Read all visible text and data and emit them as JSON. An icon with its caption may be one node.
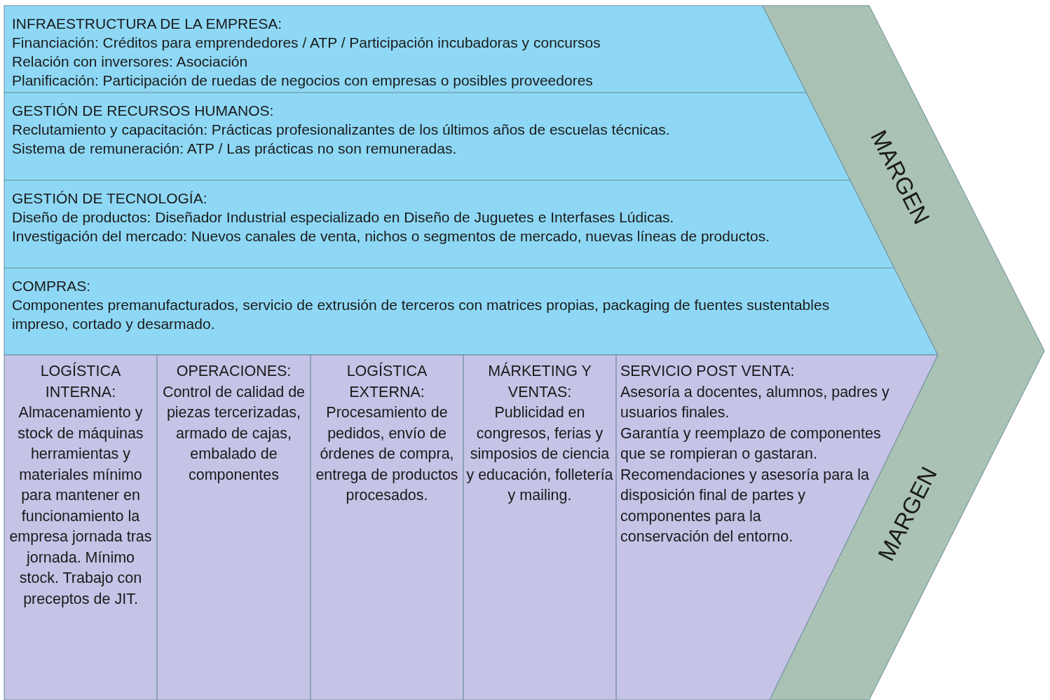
{
  "diagram": {
    "nodes": [
      {
        "text": [
          "INFRAESTRUCTURA DE LA EMPRESA:",
          "Financiación: Créditos para emprendedores / ATP / Participación incubadoras y concursos",
          "Relación con inversores: Asociación",
          "Planificación: Participación de ruedas de negocios con empresas  o posibles proveedores"
        ]
      },
      {
        "text": [
          "GESTIÓN DE RECURSOS HUMANOS:",
          "Reclutamiento y capacitación: Prácticas profesionalizantes de los últimos años de escuelas técnicas.",
          "Sistema de remuneración: ATP / Las prácticas no son remuneradas."
        ]
      },
      {
        "text": [
          "GESTIÓN DE TECNOLOGÍA:",
          "Diseño de productos: Diseñador Industrial  especializado en Diseño de Juguetes e Interfases Lúdicas.",
          "Investigación del mercado: Nuevos canales de venta, nichos o segmentos de mercado, nuevas líneas de productos."
        ]
      },
      {
        "text": [
          "COMPRAS:",
          "Componentes premanufacturados, servicio de extrusión de terceros con matrices propias, packaging de fuentes sustentables impreso, cortado y desarmado."
        ]
      },
      {
        "text": [
          "LOGÍSTICA INTERNA:",
          "Almacenamiento y stock de máquinas herramientas y materiales mínimo para mantener en funcionamiento la empresa jornada tras jornada. Mínimo stock. Trabajo con preceptos de JIT."
        ]
      },
      {
        "text": [
          "OPERACIONES:",
          "Control de calidad de piezas tercerizadas, armado de cajas, embalado de componentes"
        ]
      },
      {
        "text": [
          "LOGÍSTICA EXTERNA:",
          "Procesamiento de pedidos, envío de órdenes de compra, entrega de productos procesados."
        ]
      },
      {
        "text": [
          "MÁRKETING Y VENTAS:",
          "Publicidad en congresos, ferias y simposios de ciencia y educación, folletería y mailing."
        ]
      },
      {
        "text": [
          "SERVICIO POST VENTA:",
          "Asesoría a docentes, alumnos, padres y usuarios finales.",
          "Garantía y reemplazo de componentes que se rompieran o gastaran.",
          "Recomendaciones y asesoría para la disposición final de partes y componentes para la conservación del entorno."
        ]
      }
    ],
    "labels": [
      "MARGEN",
      "MARGEN"
    ]
  }
}
